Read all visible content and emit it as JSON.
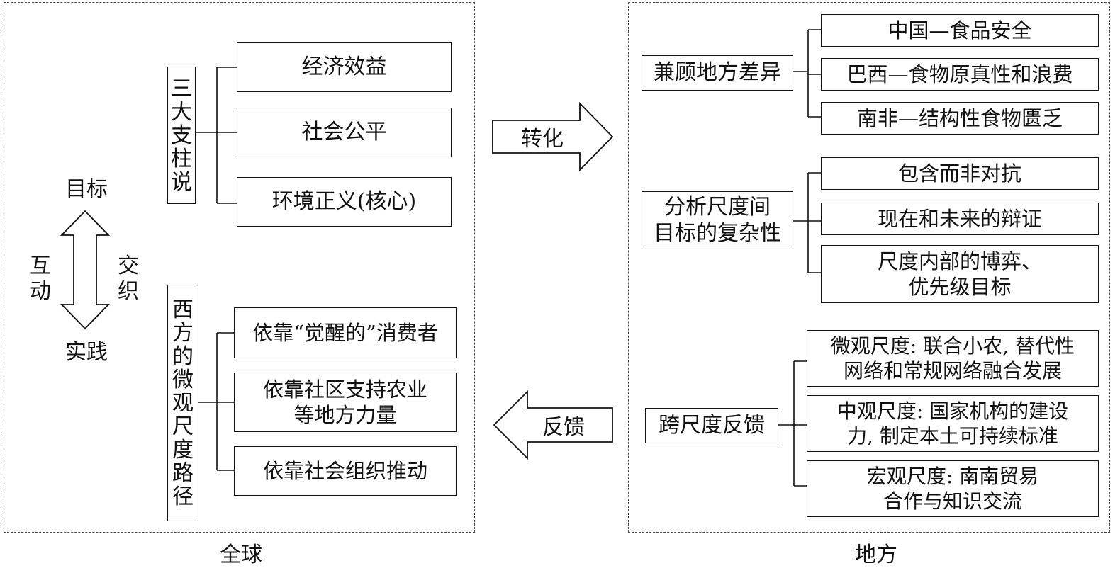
{
  "global": {
    "caption": "全球",
    "pillars": {
      "title_chars": [
        "三",
        "大",
        "支",
        "柱",
        "说"
      ],
      "items": [
        "经济效益",
        "社会公平",
        "环境正义(核心)"
      ]
    },
    "western": {
      "title_chars": [
        "西",
        "方",
        "的",
        "微",
        "观",
        "尺",
        "度",
        "路",
        "径"
      ],
      "items": [
        "依靠“觉醒的”消费者",
        "依靠社区支持农业\n等地方力量",
        "依靠社会组织推动"
      ]
    },
    "cycle": {
      "top": "目标",
      "bottom": "实践",
      "left_chars": [
        "互",
        "动"
      ],
      "right_chars": [
        "交",
        "织"
      ]
    }
  },
  "arrows": {
    "transform": "转化",
    "feedback": "反馈"
  },
  "local": {
    "caption": "地方",
    "group1": {
      "label": "兼顾地方差异",
      "items": [
        "中国—食品安全",
        "巴西—食物原真性和浪费",
        "南非—结构性食物匮乏"
      ]
    },
    "group2": {
      "label": "分析尺度间\n目标的复杂性",
      "items": [
        "包含而非对抗",
        "现在和未来的辩证",
        "尺度内部的博弈、\n优先级目标"
      ]
    },
    "group3": {
      "label": "跨尺度反馈",
      "items": [
        "微观尺度: 联合小农, 替代性\n网络和常规网络融合发展",
        "中观尺度: 国家机构的建设\n力, 制定本土可持续标准",
        "宏观尺度: 南南贸易\n合作与知识交流"
      ]
    }
  }
}
